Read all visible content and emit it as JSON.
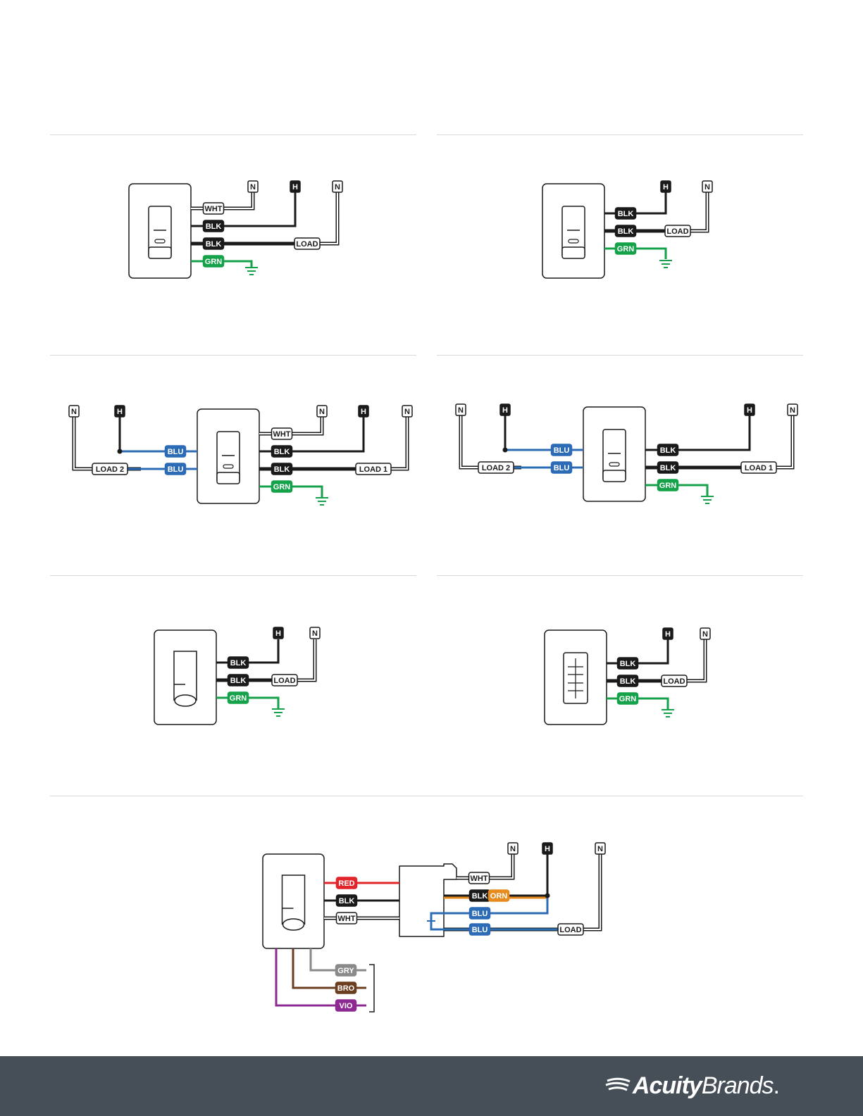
{
  "colors": {
    "black": "#1a1a1a",
    "white_wire": "#ffffff",
    "green": "#15a24a",
    "blue": "#2c6bb5",
    "red": "#e2242b",
    "orange": "#e88b1e",
    "gray": "#8a8a8a",
    "brown": "#6b3e1f",
    "violet": "#8c2a91",
    "footer": "#464f58"
  },
  "terminals": {
    "neutral": "N",
    "hot": "H"
  },
  "wires": {
    "wht": "WHT",
    "blk": "BLK",
    "grn": "GRN",
    "blu": "BLU",
    "red": "RED",
    "orn": "ORN",
    "gry": "GRY",
    "bro": "BRO",
    "vio": "VIO",
    "load": "LOAD",
    "load1": "LOAD 1",
    "load2": "LOAD 2"
  },
  "icons": {
    "ground": "ground-icon",
    "wall_sensor": "wall-switch-sensor-icon",
    "power_pack": "power-pack-icon"
  },
  "footer": {
    "brand_bold": "Acuity",
    "brand_light": "Brands",
    "brand_dot": "."
  }
}
